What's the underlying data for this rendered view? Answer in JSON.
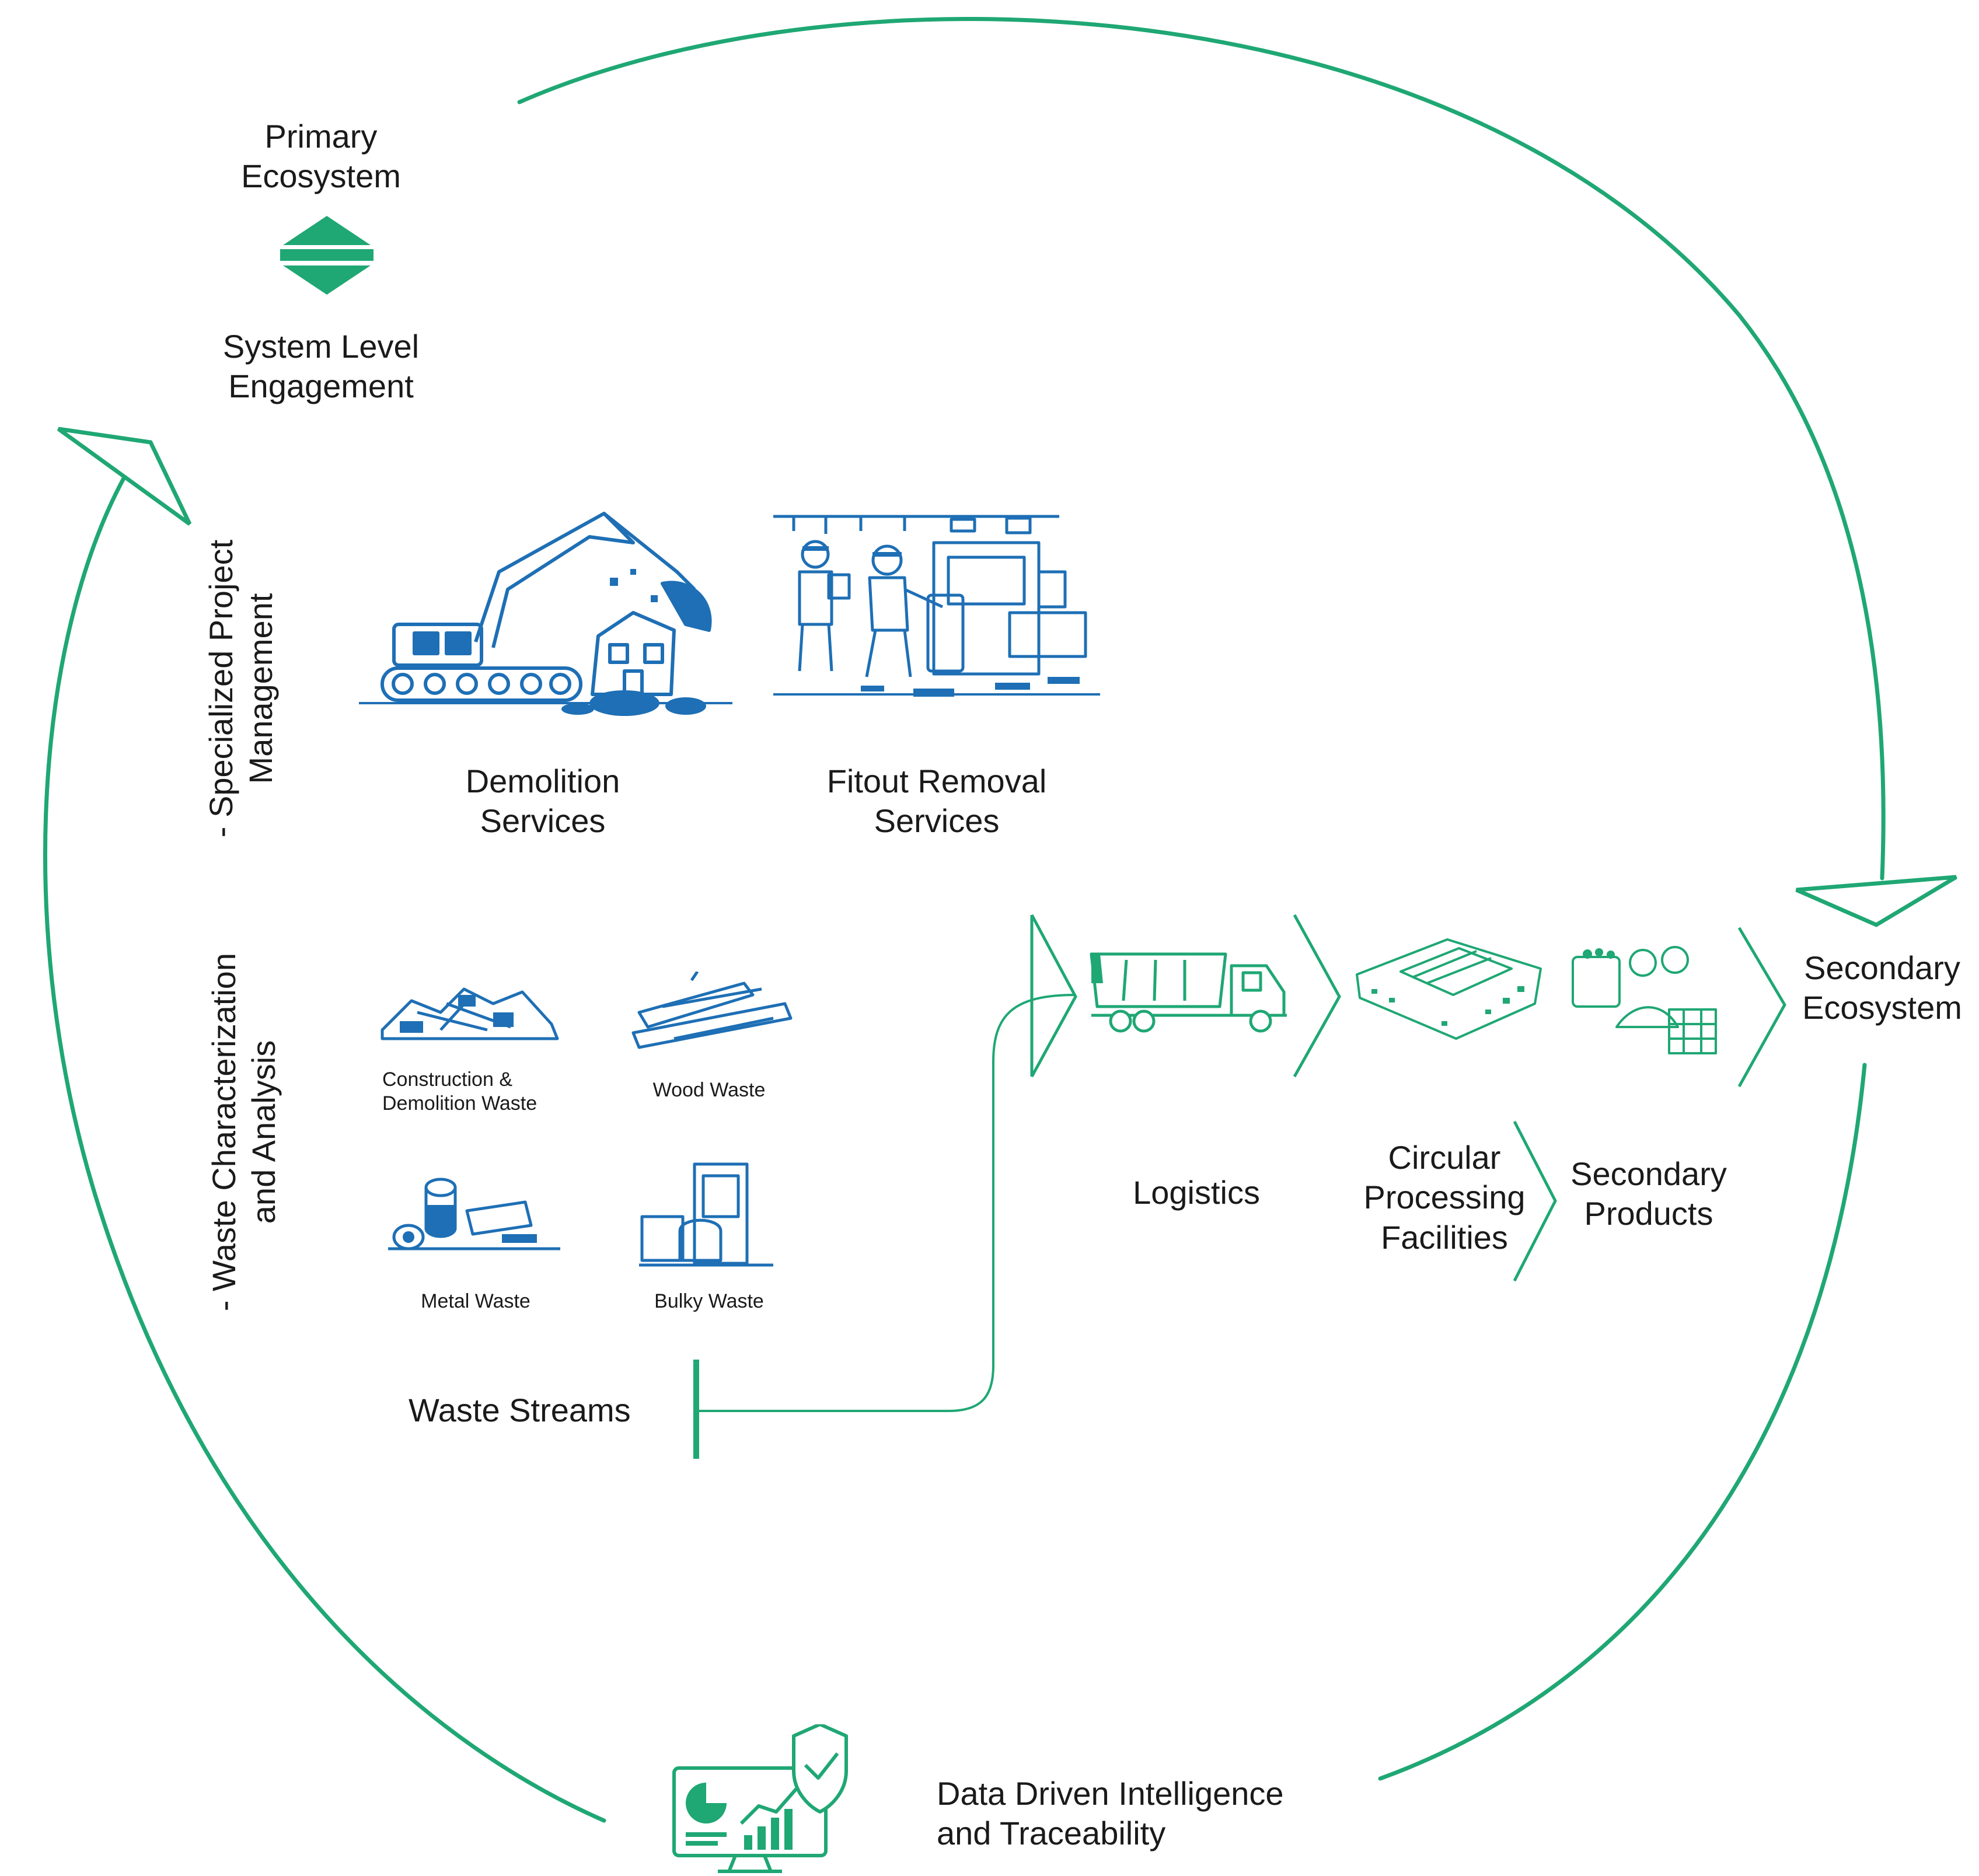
{
  "primary_ecosystem": {
    "line1": "Primary",
    "line2": "Ecosystem"
  },
  "system_level": {
    "line1": "System Level",
    "line2": "Engagement"
  },
  "vertical_labels": {
    "project_mgmt": {
      "line1": "- Specialized Project",
      "line2": "Management"
    },
    "waste_char": {
      "line1": "- Waste Characterization",
      "line2": "and Analysis"
    }
  },
  "services": {
    "demolition": {
      "line1": "Demolition",
      "line2": "Services"
    },
    "fitout": {
      "line1": "Fitout Removal",
      "line2": "Services"
    }
  },
  "waste_types": {
    "cd": {
      "line1": "Construction &",
      "line2": "Demolition Waste"
    },
    "wood": "Wood Waste",
    "metal": "Metal Waste",
    "bulky": "Bulky Waste"
  },
  "waste_streams": "Waste Streams",
  "logistics": "Logistics",
  "circular": {
    "line1": "Circular",
    "line2": "Processing",
    "line3": "Facilities"
  },
  "secondary_products": {
    "line1": "Secondary",
    "line2": "Products"
  },
  "secondary_ecosystem": {
    "line1": "Secondary",
    "line2": "Ecosystem"
  },
  "data_driven": {
    "line1": "Data Driven Intelligence",
    "line2": "and Traceability"
  },
  "colors": {
    "green": "#1fa774",
    "blue": "#1e6fb5",
    "text": "#1a1a1a"
  },
  "icons": {
    "engagement": "double-chevron-icon",
    "demolition": "excavator-icon",
    "fitout": "workers-icon",
    "cd_waste": "rubble-icon",
    "wood_waste": "planks-icon",
    "metal_waste": "metal-scrap-icon",
    "bulky_waste": "furniture-icon",
    "logistics": "truck-icon",
    "facility": "facility-icon",
    "products": "products-icon",
    "data": "monitor-shield-icon"
  }
}
